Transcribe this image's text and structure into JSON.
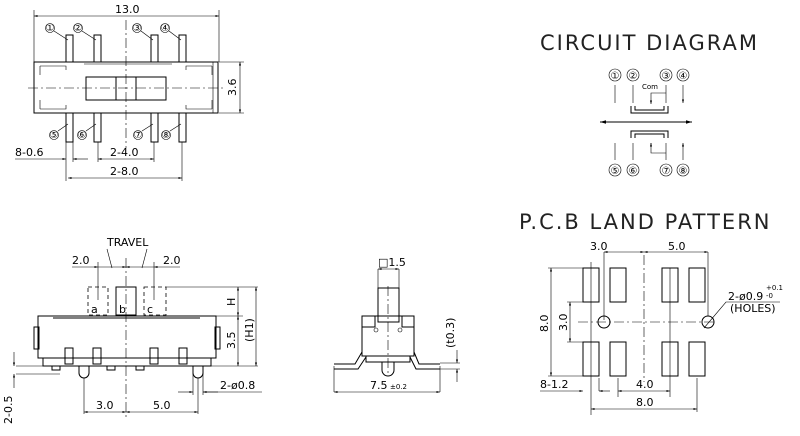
{
  "top_view": {
    "width_dim": "13.0",
    "height_dim": "3.6",
    "pin_width_dim": "8-0.6",
    "pitch_dim": "2-4.0",
    "span_dim": "2-8.0",
    "pin_labels": [
      "①",
      "②",
      "③",
      "④",
      "⑤",
      "⑥",
      "⑦",
      "⑧"
    ]
  },
  "circuit": {
    "title": "CIRCUIT DIAGRAM",
    "com_label": "Com",
    "pin_labels": [
      "①",
      "②",
      "③",
      "④",
      "⑤",
      "⑥",
      "⑦",
      "⑧"
    ]
  },
  "pcb": {
    "title": "P.C.B LAND PATTERN",
    "dim_left": "3.0",
    "dim_right": "5.0",
    "dim_height": "8.0",
    "dim_gap": "3.0",
    "hole_dim": "2-ø0.9",
    "hole_tol_plus": "+0.1",
    "hole_tol_minus": "-0",
    "holes_label": "(HOLES)",
    "pad_width": "8-1.2",
    "pad_pitch": "4.0",
    "pad_span": "8.0"
  },
  "side_view": {
    "travel_label": "TRAVEL",
    "travel_left": "2.0",
    "travel_right": "2.0",
    "positions": [
      "a",
      "b",
      "c"
    ],
    "dim_h": "H",
    "dim_body": "3.5",
    "dim_h1": "(H1)",
    "dim_peg": "2-ø0.8",
    "dim_peg_height": "2-0.5",
    "dim_left": "3.0",
    "dim_right": "5.0"
  },
  "front_view": {
    "knob_dim": "□1.5",
    "width_dim": "7.5",
    "width_tol": "±0.2",
    "thickness_dim": "(t0.3)"
  }
}
